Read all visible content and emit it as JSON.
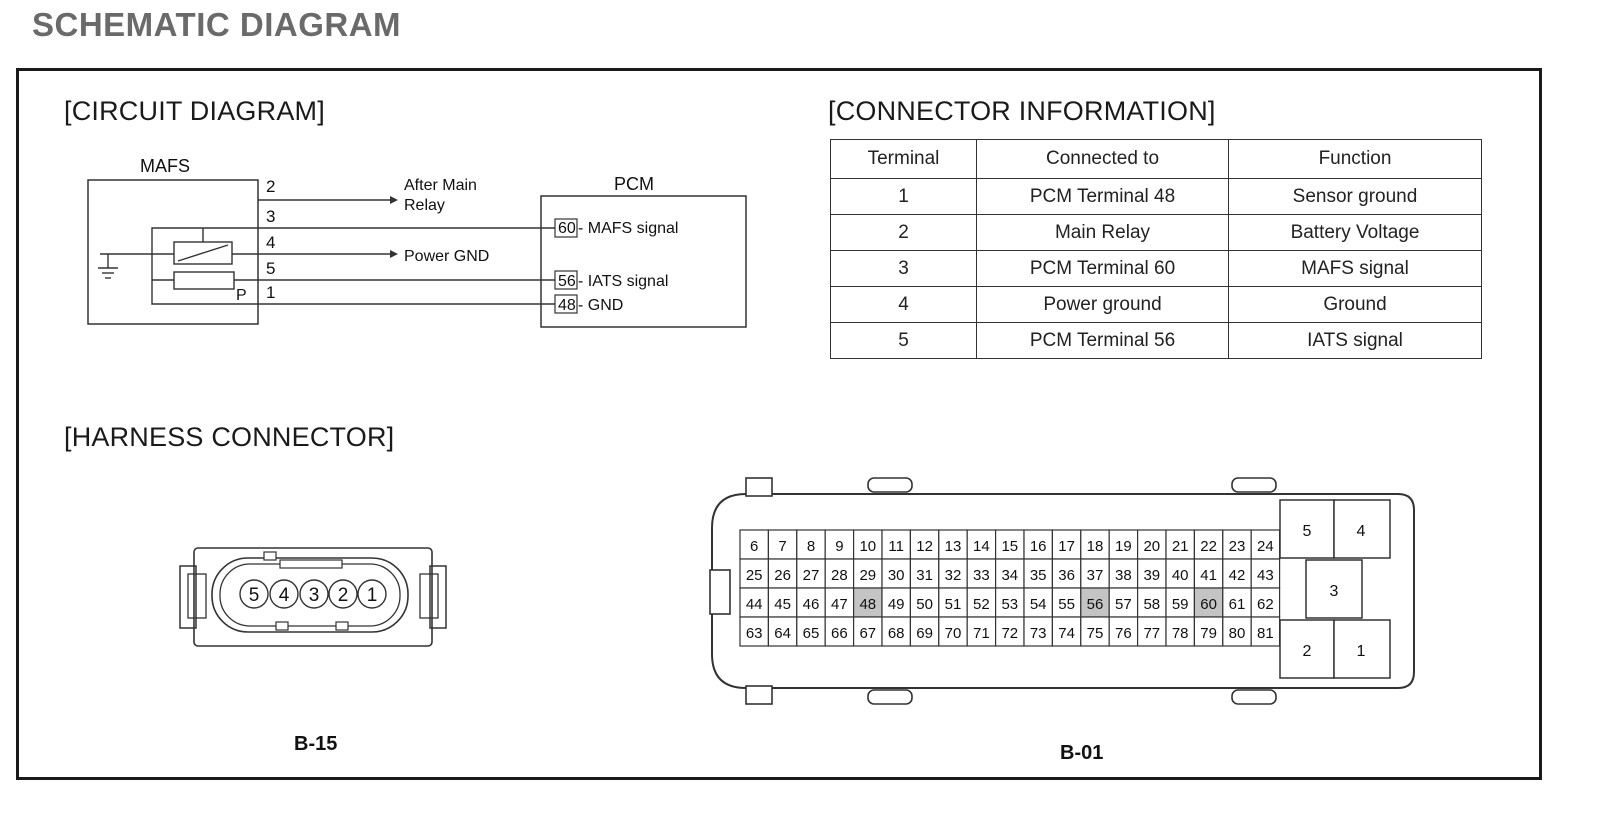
{
  "title": "SCHEMATIC DIAGRAM",
  "circuit": {
    "heading": "[CIRCUIT DIAGRAM]",
    "mafs_label": "MAFS",
    "pcm_label": "PCM",
    "pins": [
      "2",
      "3",
      "4",
      "5",
      "1"
    ],
    "p_label": "P",
    "after_main_relay_line1": "After Main",
    "after_main_relay_line2": "Relay",
    "power_gnd": "Power GND",
    "pcm_pins": [
      {
        "num": "60",
        "text": " - MAFS signal"
      },
      {
        "num": "56",
        "text": " - IATS signal"
      },
      {
        "num": "48",
        "text": " - GND"
      }
    ]
  },
  "connector_info": {
    "heading": "[CONNECTOR INFORMATION]",
    "columns": [
      "Terminal",
      "Connected to",
      "Function"
    ],
    "rows": [
      [
        "1",
        "PCM Terminal 48",
        "Sensor ground"
      ],
      [
        "2",
        "Main Relay",
        "Battery Voltage"
      ],
      [
        "3",
        "PCM Terminal 60",
        "MAFS signal"
      ],
      [
        "4",
        "Power ground",
        "Ground"
      ],
      [
        "5",
        "PCM Terminal 56",
        "IATS signal"
      ]
    ]
  },
  "harness": {
    "heading": "[HARNESS CONNECTOR]",
    "b15": {
      "caption": "B-15",
      "pins": [
        "5",
        "4",
        "3",
        "2",
        "1"
      ]
    },
    "b01": {
      "caption": "B-01",
      "grid_rows": [
        [
          "6",
          "7",
          "8",
          "9",
          "10",
          "11",
          "12",
          "13",
          "14",
          "15",
          "16",
          "17",
          "18",
          "19",
          "20",
          "21",
          "22",
          "23",
          "24"
        ],
        [
          "25",
          "26",
          "27",
          "28",
          "29",
          "30",
          "31",
          "32",
          "33",
          "34",
          "35",
          "36",
          "37",
          "38",
          "39",
          "40",
          "41",
          "42",
          "43"
        ],
        [
          "44",
          "45",
          "46",
          "47",
          "48",
          "49",
          "50",
          "51",
          "52",
          "53",
          "54",
          "55",
          "56",
          "57",
          "58",
          "59",
          "60",
          "61",
          "62"
        ],
        [
          "63",
          "64",
          "65",
          "66",
          "67",
          "68",
          "69",
          "70",
          "71",
          "72",
          "73",
          "74",
          "75",
          "76",
          "77",
          "78",
          "79",
          "80",
          "81"
        ]
      ],
      "highlighted": [
        "48",
        "56",
        "60"
      ],
      "big_pins": [
        "5",
        "4",
        "3",
        "2",
        "1"
      ],
      "highlight_color": "#c4c4c4"
    }
  }
}
